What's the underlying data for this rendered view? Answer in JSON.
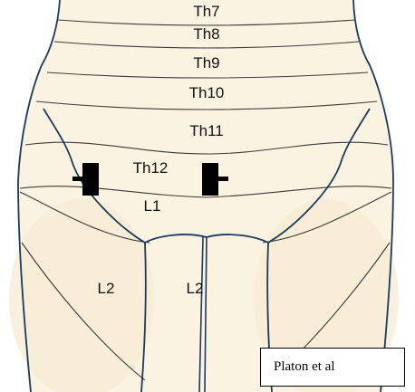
{
  "dermatomes": {
    "th7": "Th7",
    "th8": "Th8",
    "th9": "Th9",
    "th10": "Th10",
    "th11": "Th11",
    "th12": "Th12",
    "l1": "L1",
    "l2_left": "L2",
    "l2_right": "L2"
  },
  "caption": "Platon et al",
  "colors": {
    "skin": "#fbf3e2",
    "skin_shade": "#f3e4c8",
    "outline": "#1c3a5e",
    "band_line": "#3b3b3b",
    "electrode": "#000000"
  }
}
